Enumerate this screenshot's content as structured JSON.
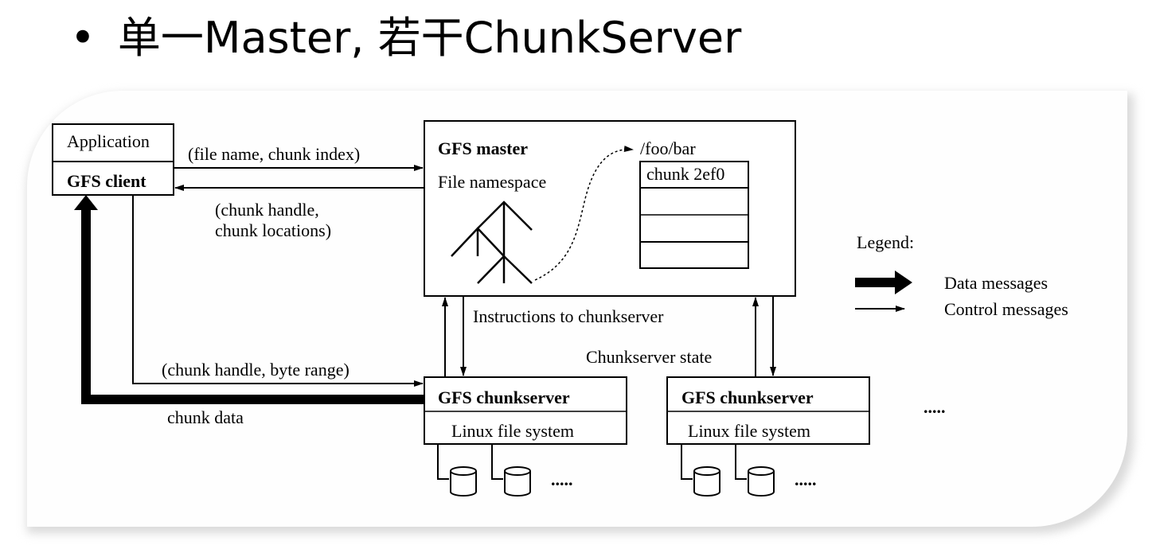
{
  "heading": {
    "bullet": "•",
    "text": "单一Master, 若干ChunkServer"
  },
  "diagram": {
    "client": {
      "app_label": "Application",
      "client_label": "GFS client"
    },
    "master": {
      "title": "GFS master",
      "namespace_label": "File namespace",
      "path": "/foo/bar",
      "chunk_label": "chunk 2ef0"
    },
    "messages": {
      "request": "(file name, chunk index)",
      "reply_line1": "(chunk handle,",
      "reply_line2": " chunk locations)",
      "read_request": "(chunk handle, byte range)",
      "chunk_data": "chunk data",
      "instructions": "Instructions to chunkserver",
      "state": "Chunkserver state"
    },
    "chunkservers": [
      {
        "title": "GFS chunkserver",
        "fs": "Linux file system",
        "disk_more": "....."
      },
      {
        "title": "GFS chunkserver",
        "fs": "Linux file system",
        "disk_more": "....."
      }
    ],
    "more_servers": ".....",
    "legend": {
      "title": "Legend:",
      "data": "Data messages",
      "control": "Control messages"
    }
  }
}
